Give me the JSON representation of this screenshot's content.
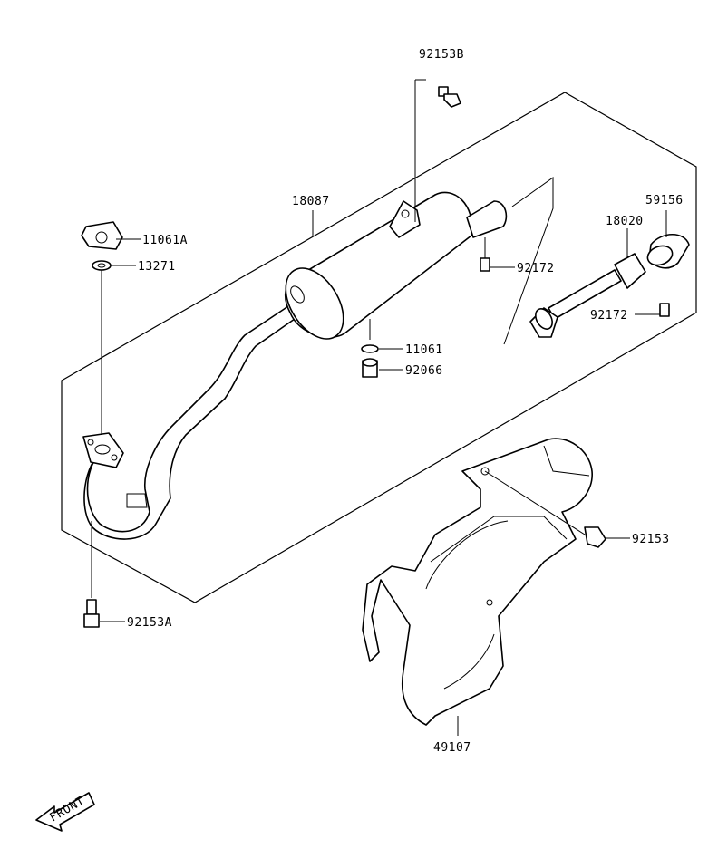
{
  "diagram": {
    "labels": {
      "p92153B": "92153B",
      "p18087": "18087",
      "p11061A": "11061A",
      "p13271": "13271",
      "p92172a": "92172",
      "p59156": "59156",
      "p18020": "18020",
      "p92172b": "92172",
      "p11061": "11061",
      "p92066": "92066",
      "p92153": "92153",
      "p92153A": "92153A",
      "p49107": "49107"
    },
    "front_label": "FRONT"
  }
}
